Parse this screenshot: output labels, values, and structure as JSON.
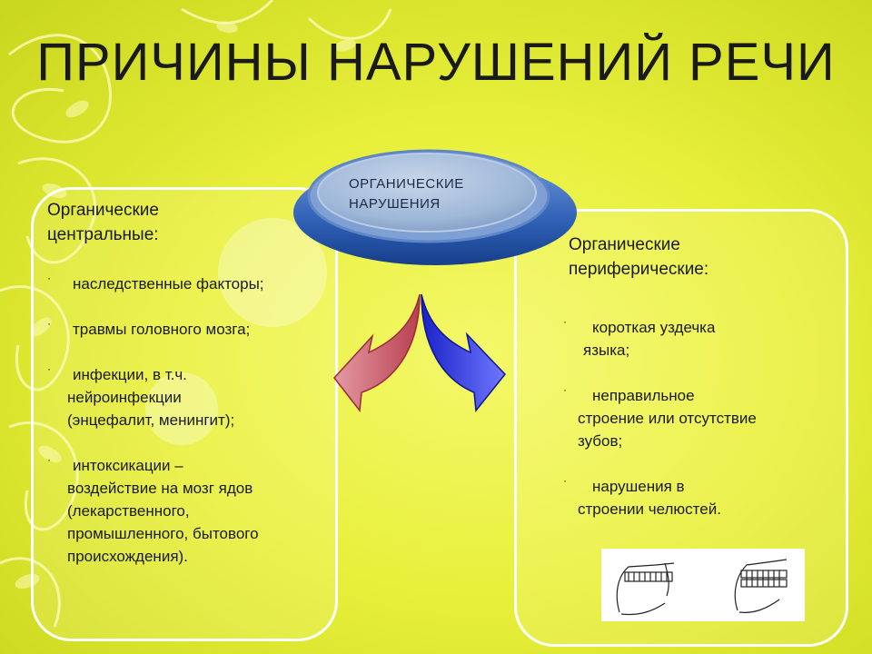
{
  "title": "ПРИЧИНЫ НАРУШЕНИЙ РЕЧИ",
  "center_label": [
    "ОРГАНИЧЕСКИЕ",
    "НАРУШЕНИЯ"
  ],
  "left": {
    "heading": [
      "Органические",
      "центральные:"
    ],
    "items": [
      [
        "наследственные факторы;"
      ],
      [
        "травмы головного мозга;"
      ],
      [
        "инфекции, в т.ч.",
        "нейроинфекции",
        "(энцефалит, менингит);"
      ],
      [
        "интоксикации –",
        "воздействие на мозг ядов",
        "(лекарственного,",
        "промышленного, бытового",
        "происхождения)."
      ]
    ]
  },
  "right": {
    "heading": [
      "Органические",
      "периферические:"
    ],
    "items": [
      [
        "короткая уздечка",
        "языка;"
      ],
      [
        "неправильное",
        "строение или отсутствие",
        "зубов;"
      ],
      [
        "нарушения в",
        "строении челюстей."
      ]
    ]
  },
  "bullet_glyph": "·",
  "colors": {
    "background": "#e8f03c",
    "ellipse_top": "#9fb8d8",
    "ellipse_rim": "#2d5fb5",
    "arrow_left": "#c85a6a",
    "arrow_right": "#2233dd"
  },
  "icons": [
    "flourish-decor",
    "ellipse-badge",
    "curved-arrow-left",
    "curved-arrow-right",
    "jaw-diagram"
  ]
}
